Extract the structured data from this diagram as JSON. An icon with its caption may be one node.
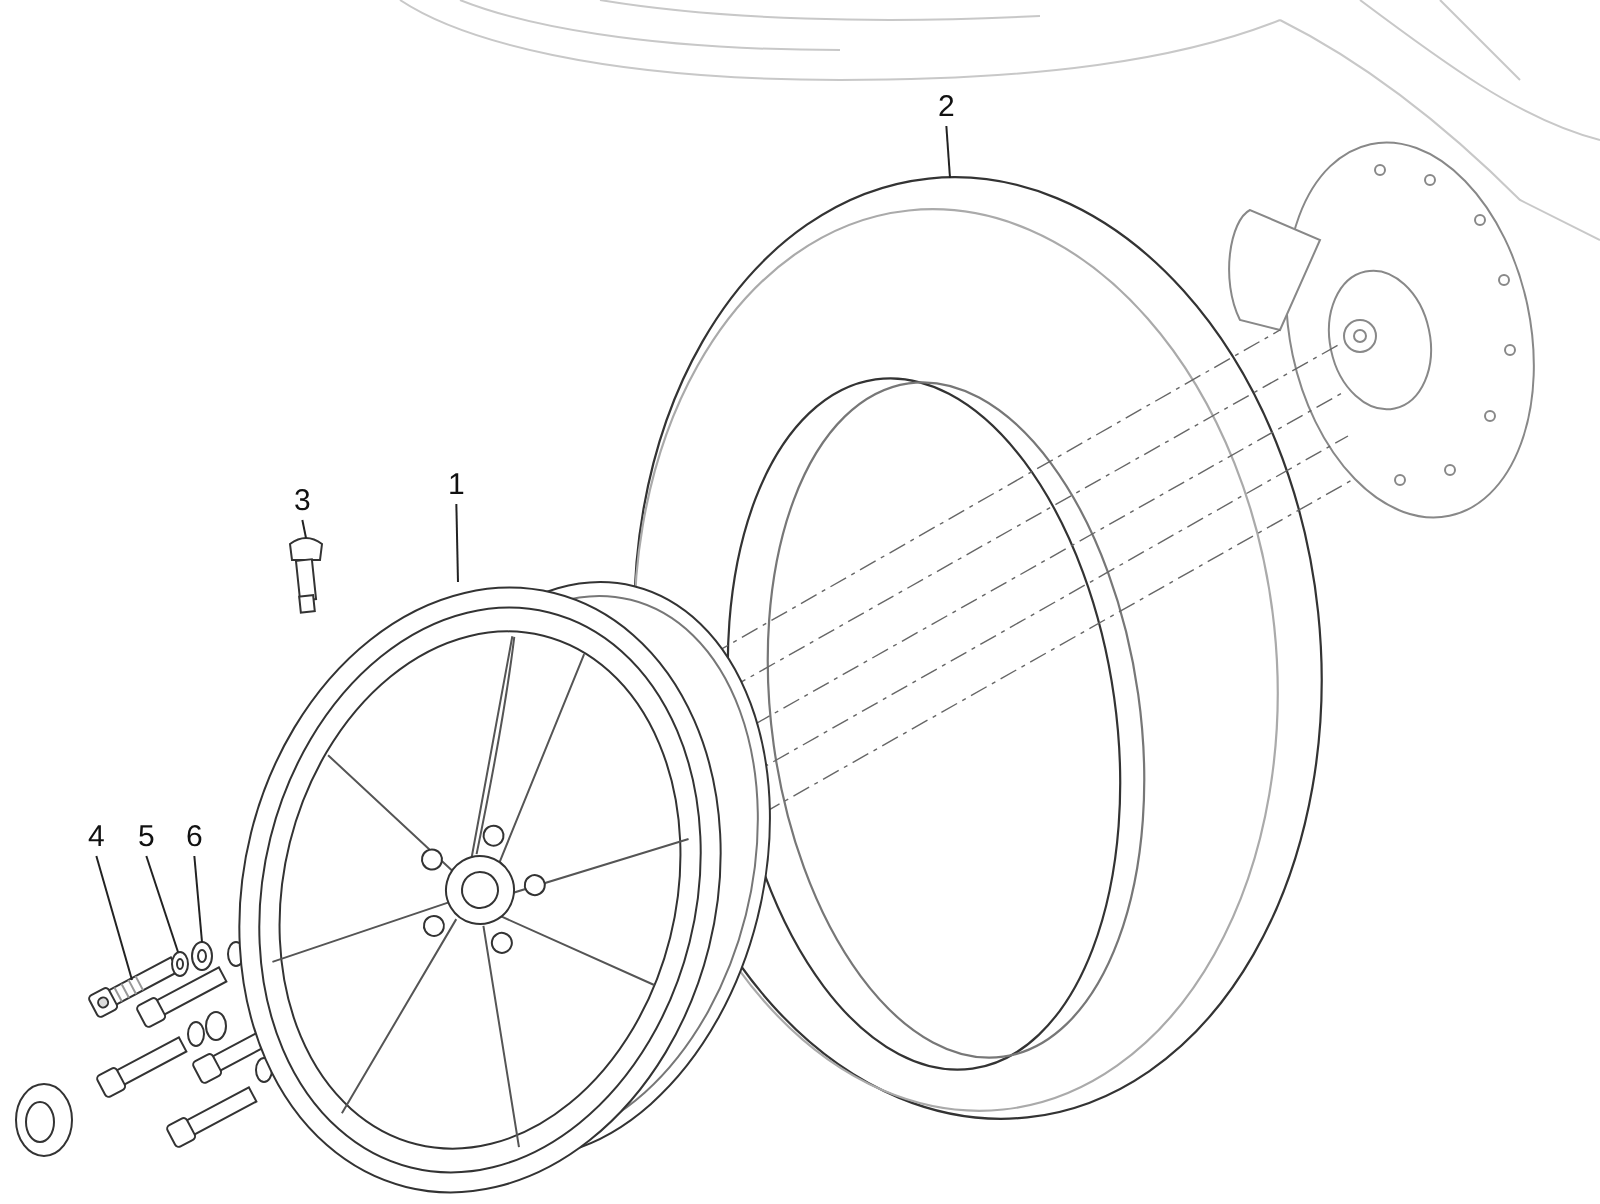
{
  "diagram": {
    "nodes": [
      {
        "text": [
          "2"
        ]
      },
      {
        "text": [
          "3"
        ]
      },
      {
        "text": [
          "1"
        ]
      },
      {
        "text": [
          "4"
        ]
      },
      {
        "text": [
          "5"
        ]
      },
      {
        "text": [
          "6"
        ]
      },
      {
        "text": [],
        "shape": "picture"
      },
      {
        "text": [],
        "shape": "picture"
      },
      {
        "text": [],
        "shape": "picture"
      },
      {
        "text": [],
        "shape": "picture"
      },
      {
        "text": [],
        "shape": "picture"
      },
      {
        "text": [],
        "shape": "picture"
      }
    ],
    "edges": [
      {
        "from": 0,
        "to": 6,
        "arrow": "none"
      },
      {
        "from": 1,
        "to": 7,
        "arrow": "none"
      },
      {
        "from": 2,
        "to": 8,
        "arrow": "none"
      },
      {
        "from": 3,
        "to": 9,
        "arrow": "none"
      },
      {
        "from": 4,
        "to": 10,
        "arrow": "none"
      },
      {
        "from": 5,
        "to": 11,
        "arrow": "none"
      }
    ]
  }
}
